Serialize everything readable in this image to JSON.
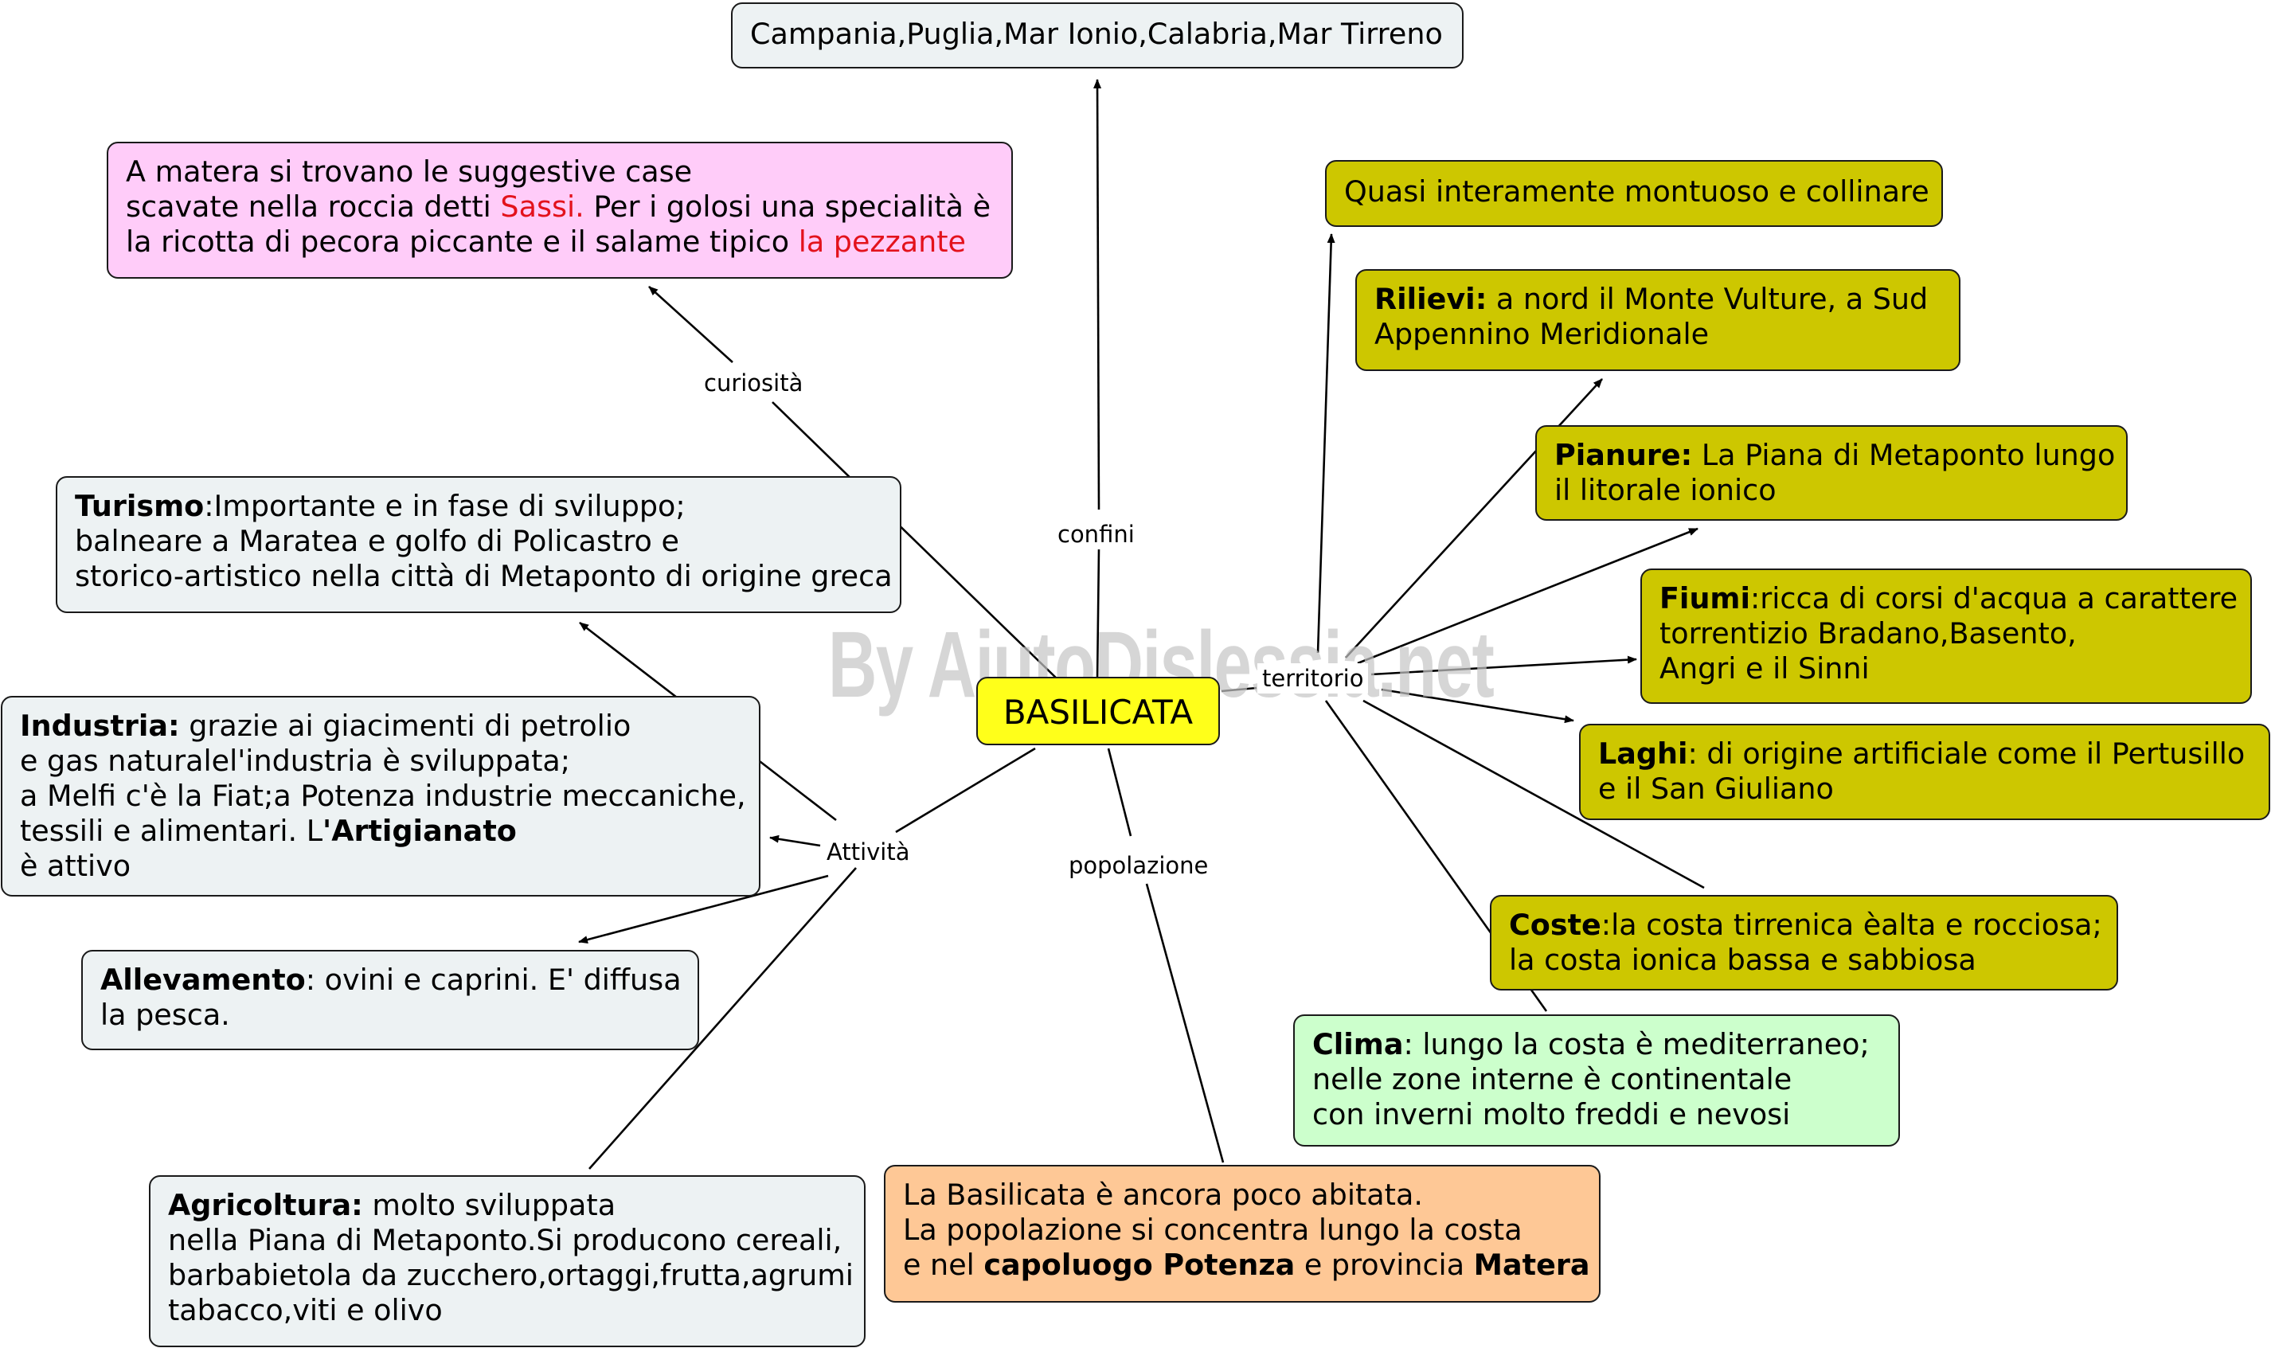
{
  "watermark": "By AiutoDislessia.net",
  "center": "BASILICATA",
  "links": {
    "confini": "confini",
    "curiosita": "curiosità",
    "territorio": "territorio",
    "attivita": "Attività",
    "popolazione": "popolazione"
  },
  "nodes": {
    "confini": {
      "l1": "Campania,Puglia,Mar Ionio,Calabria,Mar Tirreno"
    },
    "curiosita": {
      "l1": "A matera si trovano le suggestive case",
      "l2": "scavate nella roccia detti ",
      "l2_red": "Sassi.",
      "l2_tail": " Per i golosi una specialità è",
      "l3": "la ricotta  di pecora piccante e il salame tipico ",
      "l3_red": "la pezzante"
    },
    "turismo": {
      "bold": "Turismo",
      "l1": ":Importante e in fase di sviluppo;",
      "l2": "balneare a Maratea e golfo di Policastro e",
      "l3": "storico-artistico nella città di Metaponto di origine greca"
    },
    "industria": {
      "bold": "Industria:",
      "l1": " grazie ai giacimenti di petrolio",
      "l2": "e gas naturalel'industria è sviluppata;",
      "l3": "a Melfi c'è la Fiat;a Potenza industrie meccaniche,",
      "l4": " tessili e alimentari. L",
      "l4_bold": "'Artigianato",
      "l5": "è attivo"
    },
    "allevamento": {
      "bold": "Allevamento",
      "l1": ": ovini e caprini. E' diffusa",
      "l2": "la pesca."
    },
    "agricoltura": {
      "bold": "Agricoltura:",
      "l1": " molto sviluppata",
      "l2": "nella Piana di Metaponto.Si producono cereali,",
      "l3": "barbabietola da zucchero,ortaggi,frutta,agrumi",
      "l4": "tabacco,viti e olivo"
    },
    "popolazione": {
      "l1": "La Basilicata è ancora poco abitata.",
      "l2": "La popolazione si concentra lungo la costa",
      "l3_a": "e nel ",
      "l3_bold": "capoluogo Potenza",
      "l3_b": " e provincia ",
      "l3_bold2": "Matera"
    },
    "montuoso": {
      "l1": "Quasi interamente montuoso e collinare"
    },
    "rilievi": {
      "bold": "Rilievi:",
      "l1": " a nord il Monte Vulture, a Sud",
      "l2": "Appennino Meridionale"
    },
    "pianure": {
      "bold": "Pianure:",
      "l1": " La Piana di Metaponto lungo",
      "l2": " il litorale ionico"
    },
    "fiumi": {
      "bold": "Fiumi",
      "l1": ":ricca di corsi d'acqua a carattere",
      "l2": " torrentizio Bradano,Basento,",
      "l3": " Angri e il Sinni"
    },
    "laghi": {
      "bold": "Laghi",
      "l1": ": di origine artificiale come il Pertusillo",
      "l2": "e il San Giuliano"
    },
    "coste": {
      "bold": "Coste",
      "l1": ":la costa tirrenica èalta e rocciosa;",
      "l2": "la costa ionica bassa e sabbiosa"
    },
    "clima": {
      "bold": "Clima",
      "l1": ": lungo la costa è mediterraneo;",
      "l2": "nelle zone interne è continentale",
      "l3": " con inverni molto freddi e nevosi"
    }
  }
}
